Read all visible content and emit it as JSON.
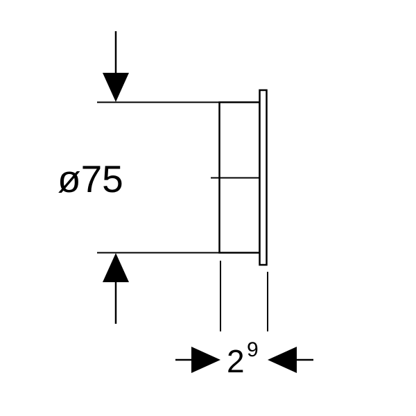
{
  "drawing": {
    "type": "technical-dimension-drawing",
    "labels": {
      "diameter": "ø75",
      "width_value": "2",
      "width_exponent": "9"
    },
    "colors": {
      "line": "#000000",
      "background": "#ffffff"
    }
  }
}
